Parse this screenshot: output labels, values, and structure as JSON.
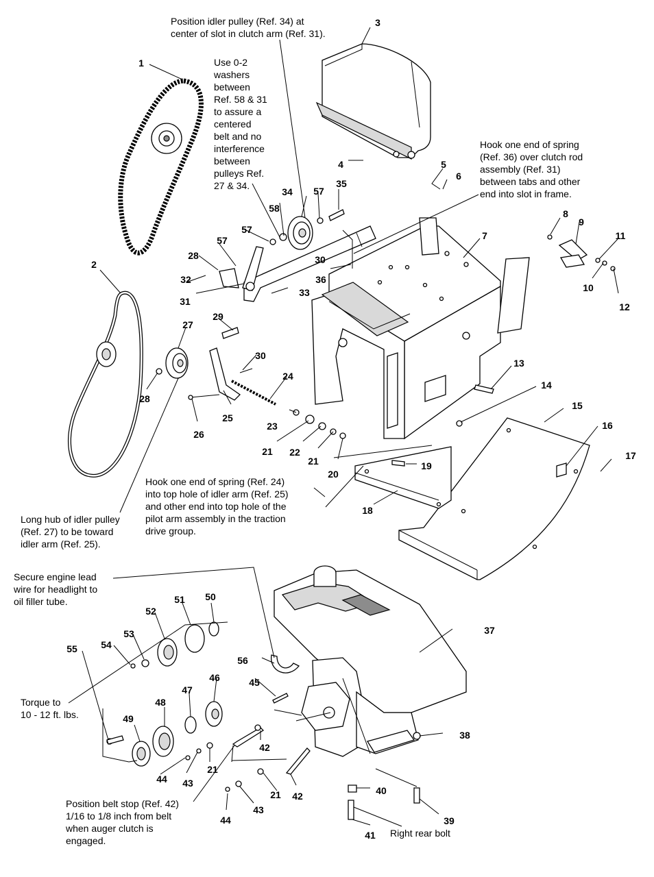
{
  "callouts": [
    {
      "id": "c1",
      "text": "1"
    },
    {
      "id": "c2",
      "text": "2"
    },
    {
      "id": "c3",
      "text": "3"
    },
    {
      "id": "c4",
      "text": "4"
    },
    {
      "id": "c5",
      "text": "5"
    },
    {
      "id": "c6",
      "text": "6"
    },
    {
      "id": "c7",
      "text": "7"
    },
    {
      "id": "c8",
      "text": "8"
    },
    {
      "id": "c9",
      "text": "9"
    },
    {
      "id": "c10",
      "text": "10"
    },
    {
      "id": "c11",
      "text": "11"
    },
    {
      "id": "c12",
      "text": "12"
    },
    {
      "id": "c13",
      "text": "13"
    },
    {
      "id": "c14",
      "text": "14"
    },
    {
      "id": "c15",
      "text": "15"
    },
    {
      "id": "c16",
      "text": "16"
    },
    {
      "id": "c17",
      "text": "17"
    },
    {
      "id": "c18",
      "text": "18"
    },
    {
      "id": "c19",
      "text": "19"
    },
    {
      "id": "c20",
      "text": "20"
    },
    {
      "id": "c21a",
      "text": "21"
    },
    {
      "id": "c21b",
      "text": "21"
    },
    {
      "id": "c21c",
      "text": "21"
    },
    {
      "id": "c21d",
      "text": "21"
    },
    {
      "id": "c22",
      "text": "22"
    },
    {
      "id": "c23",
      "text": "23"
    },
    {
      "id": "c24",
      "text": "24"
    },
    {
      "id": "c25",
      "text": "25"
    },
    {
      "id": "c26",
      "text": "26"
    },
    {
      "id": "c27",
      "text": "27"
    },
    {
      "id": "c28a",
      "text": "28"
    },
    {
      "id": "c28b",
      "text": "28"
    },
    {
      "id": "c29",
      "text": "29"
    },
    {
      "id": "c30a",
      "text": "30"
    },
    {
      "id": "c30b",
      "text": "30"
    },
    {
      "id": "c31",
      "text": "31"
    },
    {
      "id": "c32",
      "text": "32"
    },
    {
      "id": "c33",
      "text": "33"
    },
    {
      "id": "c34",
      "text": "34"
    },
    {
      "id": "c35",
      "text": "35"
    },
    {
      "id": "c36",
      "text": "36"
    },
    {
      "id": "c37",
      "text": "37"
    },
    {
      "id": "c38",
      "text": "38"
    },
    {
      "id": "c39",
      "text": "39"
    },
    {
      "id": "c40",
      "text": "40"
    },
    {
      "id": "c41",
      "text": "41"
    },
    {
      "id": "c42a",
      "text": "42"
    },
    {
      "id": "c42b",
      "text": "42"
    },
    {
      "id": "c43a",
      "text": "43"
    },
    {
      "id": "c43b",
      "text": "43"
    },
    {
      "id": "c44a",
      "text": "44"
    },
    {
      "id": "c44b",
      "text": "44"
    },
    {
      "id": "c45",
      "text": "45"
    },
    {
      "id": "c46",
      "text": "46"
    },
    {
      "id": "c47",
      "text": "47"
    },
    {
      "id": "c48",
      "text": "48"
    },
    {
      "id": "c49",
      "text": "49"
    },
    {
      "id": "c50",
      "text": "50"
    },
    {
      "id": "c51",
      "text": "51"
    },
    {
      "id": "c52",
      "text": "52"
    },
    {
      "id": "c53",
      "text": "53"
    },
    {
      "id": "c54",
      "text": "54"
    },
    {
      "id": "c55",
      "text": "55"
    },
    {
      "id": "c56",
      "text": "56"
    },
    {
      "id": "c57a",
      "text": "57"
    },
    {
      "id": "c57b",
      "text": "57"
    },
    {
      "id": "c57c",
      "text": "57"
    },
    {
      "id": "c58",
      "text": "58"
    }
  ],
  "notes": {
    "idler_pulley_position": [
      "Position idler pulley (Ref. 34) at",
      "center of slot in clutch arm (Ref. 31)."
    ],
    "washers": [
      "Use 0-2",
      "washers",
      "between",
      "Ref. 58 & 31",
      "to assure a",
      "centered",
      "belt and no",
      "interference",
      "between",
      "pulleys Ref.",
      "27 & 34."
    ],
    "spring_36": [
      "Hook one end of spring",
      "(Ref. 36) over clutch rod",
      "assembly (Ref. 31)",
      "between tabs and other",
      "end into slot in frame."
    ],
    "spring_24": [
      "Hook one end of spring (Ref. 24)",
      "into top hole of idler arm (Ref. 25)",
      "and other end into top hole of the",
      "pilot arm assembly in the traction",
      "drive group."
    ],
    "long_hub": [
      "Long hub of idler pulley",
      "(Ref. 27) to be toward",
      "idler arm (Ref. 25)."
    ],
    "engine_lead": [
      "Secure engine lead",
      "wire for headlight to",
      "oil filler tube."
    ],
    "torque": [
      "Torque to",
      "10 - 12 ft. lbs."
    ],
    "belt_stop": [
      "Position belt stop (Ref. 42)",
      "1/16 to 1/8 inch from belt",
      "when auger clutch is",
      "engaged."
    ],
    "right_rear_bolt": [
      "Right rear bolt"
    ]
  }
}
